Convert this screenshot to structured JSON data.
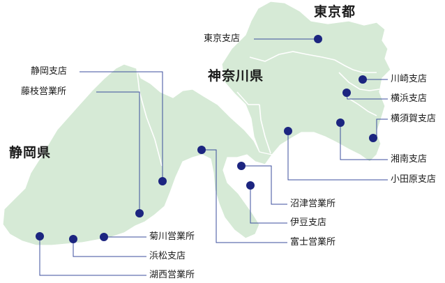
{
  "regions": {
    "tokyo": "東京都",
    "kanagawa": "神奈川県",
    "shizuoka": "静岡県"
  },
  "offices": {
    "tokyo": "東京支店",
    "kawasaki": "川崎支店",
    "yokohama": "横浜支店",
    "yokosuka": "横須賀支店",
    "shonan": "湘南支店",
    "odawara": "小田原支店",
    "numazu": "沼津営業所",
    "izu": "伊豆支店",
    "fuji": "富士営業所",
    "shizuoka": "静岡支店",
    "fujieda": "藤枝営業所",
    "kikugawa": "菊川営業所",
    "hamamatsu": "浜松支店",
    "kosai": "湖西営業所"
  },
  "colors": {
    "land": "#d6ead6",
    "marker": "#1c2580",
    "leader_line": "#3b4d9c"
  }
}
